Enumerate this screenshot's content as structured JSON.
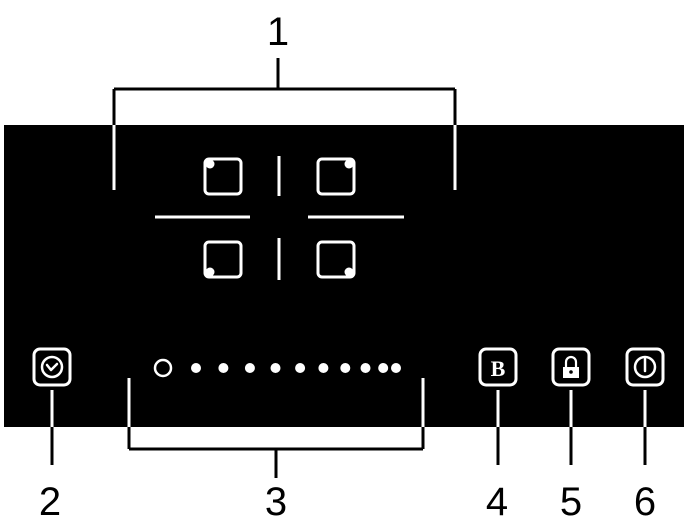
{
  "colors": {
    "panel": "#000000",
    "marking": "#ffffff",
    "callout_line": "#000000",
    "background": "#ffffff"
  },
  "cooking_zones": {
    "count": 4,
    "icon": "cooking-zone-icon"
  },
  "controls": {
    "timer": {
      "icon": "timer-clock-icon",
      "label": ""
    },
    "power_slider": {
      "icon": "power-level-slider",
      "off_indicator": "ring",
      "level_dots": 10
    },
    "boost": {
      "icon": "boost-icon",
      "label": "B"
    },
    "lock": {
      "icon": "lock-icon"
    },
    "power": {
      "icon": "power-icon"
    }
  },
  "callouts": {
    "zones": "1",
    "timer": "2",
    "slider": "3",
    "boost": "4",
    "lock": "5",
    "power": "6"
  }
}
